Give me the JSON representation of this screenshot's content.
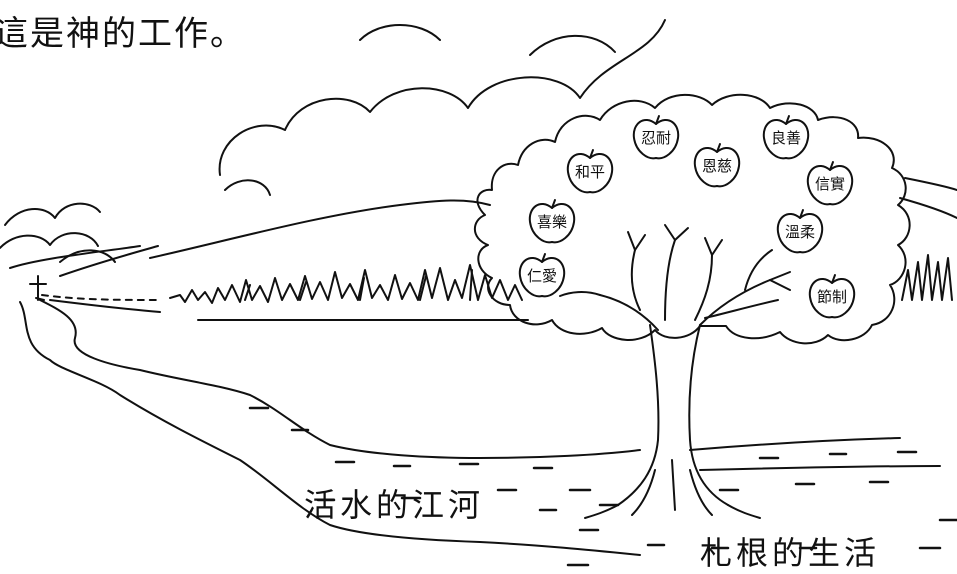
{
  "heading": "這是神的工作。",
  "labels": {
    "river": "活水的江河",
    "roots": "札根的生活"
  },
  "fruits": [
    {
      "id": "love",
      "text": "仁愛"
    },
    {
      "id": "joy",
      "text": "喜樂"
    },
    {
      "id": "peace",
      "text": "和平"
    },
    {
      "id": "patience",
      "text": "忍耐"
    },
    {
      "id": "kindness",
      "text": "恩慈"
    },
    {
      "id": "goodness",
      "text": "良善"
    },
    {
      "id": "faithfulness",
      "text": "信實"
    },
    {
      "id": "gentleness",
      "text": "溫柔"
    },
    {
      "id": "self-control",
      "text": "節制"
    }
  ]
}
